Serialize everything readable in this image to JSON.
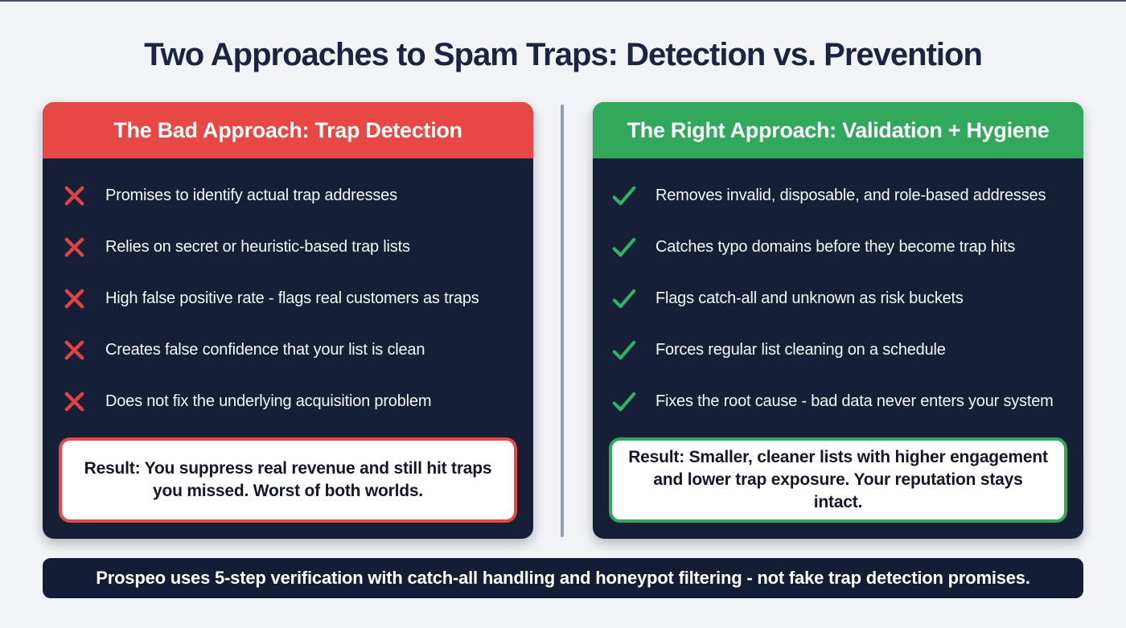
{
  "title": "Two Approaches to Spam Traps: Detection vs. Prevention",
  "colors": {
    "page_bg": "#f1f3f6",
    "navy_card": "#161f36",
    "navy_text": "#1b2440",
    "red": "#e74745",
    "red_icon": "#df4343",
    "green": "#31a85c",
    "green_icon": "#2cb566",
    "divider": "#93a1b6",
    "banner_bg": "#141d33"
  },
  "left_card": {
    "header": "The Bad Approach: Trap Detection",
    "icon": "x-icon",
    "items": [
      "Promises to identify actual trap addresses",
      "Relies on secret or heuristic-based trap lists",
      "High false positive rate - flags real customers as traps",
      "Creates false confidence that your list is clean",
      "Does not fix the underlying acquisition problem"
    ],
    "result": "Result: You suppress real revenue and still hit traps you missed. Worst of both worlds."
  },
  "right_card": {
    "header": "The Right Approach: Validation + Hygiene",
    "icon": "check-icon",
    "items": [
      "Removes invalid, disposable, and role-based addresses",
      "Catches typo domains before they become trap hits",
      "Flags catch-all and unknown as risk buckets",
      "Forces regular list cleaning on a schedule",
      "Fixes the root cause - bad data never enters your system"
    ],
    "result": "Result: Smaller, cleaner lists with higher engagement and lower trap exposure. Your reputation stays intact."
  },
  "footer": {
    "text": "Prospeo uses 5-step verification with catch-all handling and honeypot filtering - not fake trap detection promises."
  }
}
